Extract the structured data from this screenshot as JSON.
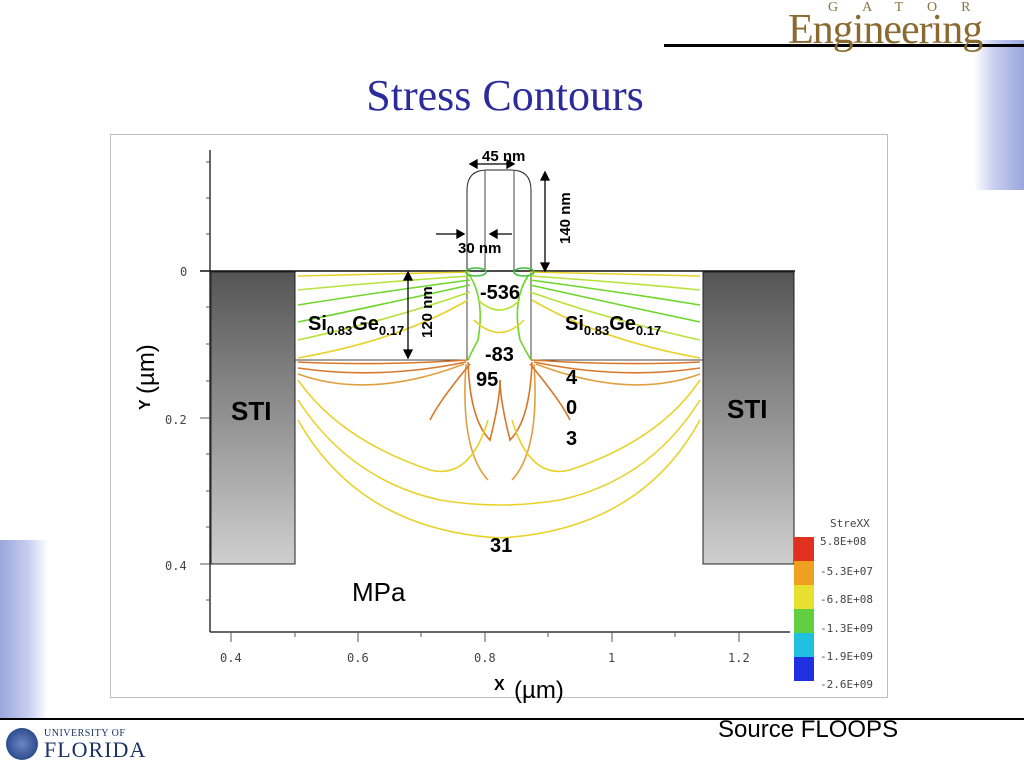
{
  "slide": {
    "title": "Stress Contours",
    "source": "Source FLOOPS"
  },
  "header_logo": {
    "word": "Engineering",
    "subword": "GATOR"
  },
  "footer_logo": {
    "line1": "UNIVERSITY OF",
    "line2": "FLORIDA"
  },
  "diagram": {
    "y_axis_label": "Y",
    "y_axis_unit": "(µm)",
    "x_axis_label": "X",
    "x_axis_unit": "(µm)",
    "x_ticks": [
      "0.4",
      "0.6",
      "0.8",
      "1",
      "1.2"
    ],
    "y_ticks": [
      "0",
      "0.2",
      "0.4"
    ],
    "regions": {
      "sti_left": "STI",
      "sti_right": "STI"
    },
    "dimensions": {
      "gate_width": "45 nm",
      "gate_height": "140 nm",
      "spacer": "30 nm",
      "depth": "120 nm"
    },
    "sige_left": {
      "base1": "Si",
      "sub1": "0.83",
      "base2": "Ge",
      "sub2": "0.17"
    },
    "sige_right": {
      "base1": "Si",
      "sub1": "0.83",
      "base2": "Ge",
      "sub2": "0.17"
    },
    "stress_labels": {
      "top": "-536",
      "mid": "-83",
      "left_low": "95",
      "right_low_1": "4",
      "right_low_2": "0",
      "right_low_3": "3",
      "bottom": "31"
    },
    "unit_label": "MPa",
    "colors": {
      "sti_dark": "#555555",
      "sti_light": "#c8c8c8",
      "contour_yellow": "#e8d22a",
      "contour_green": "#6fd62a",
      "contour_orange": "#d9772a",
      "contour_lgreen": "#b6e23a"
    }
  },
  "colorbar": {
    "title": "StreXX",
    "labels": [
      "5.8E+08",
      "-5.3E+07",
      "-6.8E+08",
      "-1.3E+09",
      "-1.9E+09",
      "-2.6E+09"
    ],
    "colors": [
      "#e03020",
      "#f0a020",
      "#e8e030",
      "#60d040",
      "#20c0e0",
      "#2030e0"
    ]
  }
}
